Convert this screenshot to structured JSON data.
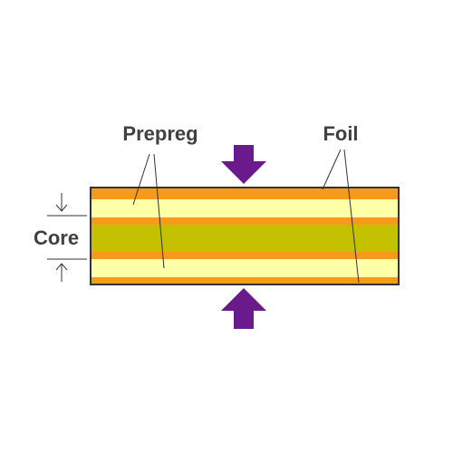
{
  "labels": {
    "prepreg": "Prepreg",
    "foil": "Foil",
    "core": "Core"
  },
  "colors": {
    "foil": "#f59a1c",
    "prepreg": "#ffffa8",
    "core": "#c4c100",
    "press_arrow": "#6a1a8a",
    "outline": "#333333",
    "leader": "#333333",
    "text": "#404040"
  },
  "icons": {
    "press_top": "down-arrow-icon",
    "press_bottom": "up-arrow-icon",
    "core_dim_top": "thin-down-arrow-icon",
    "core_dim_bottom": "thin-up-arrow-icon"
  }
}
